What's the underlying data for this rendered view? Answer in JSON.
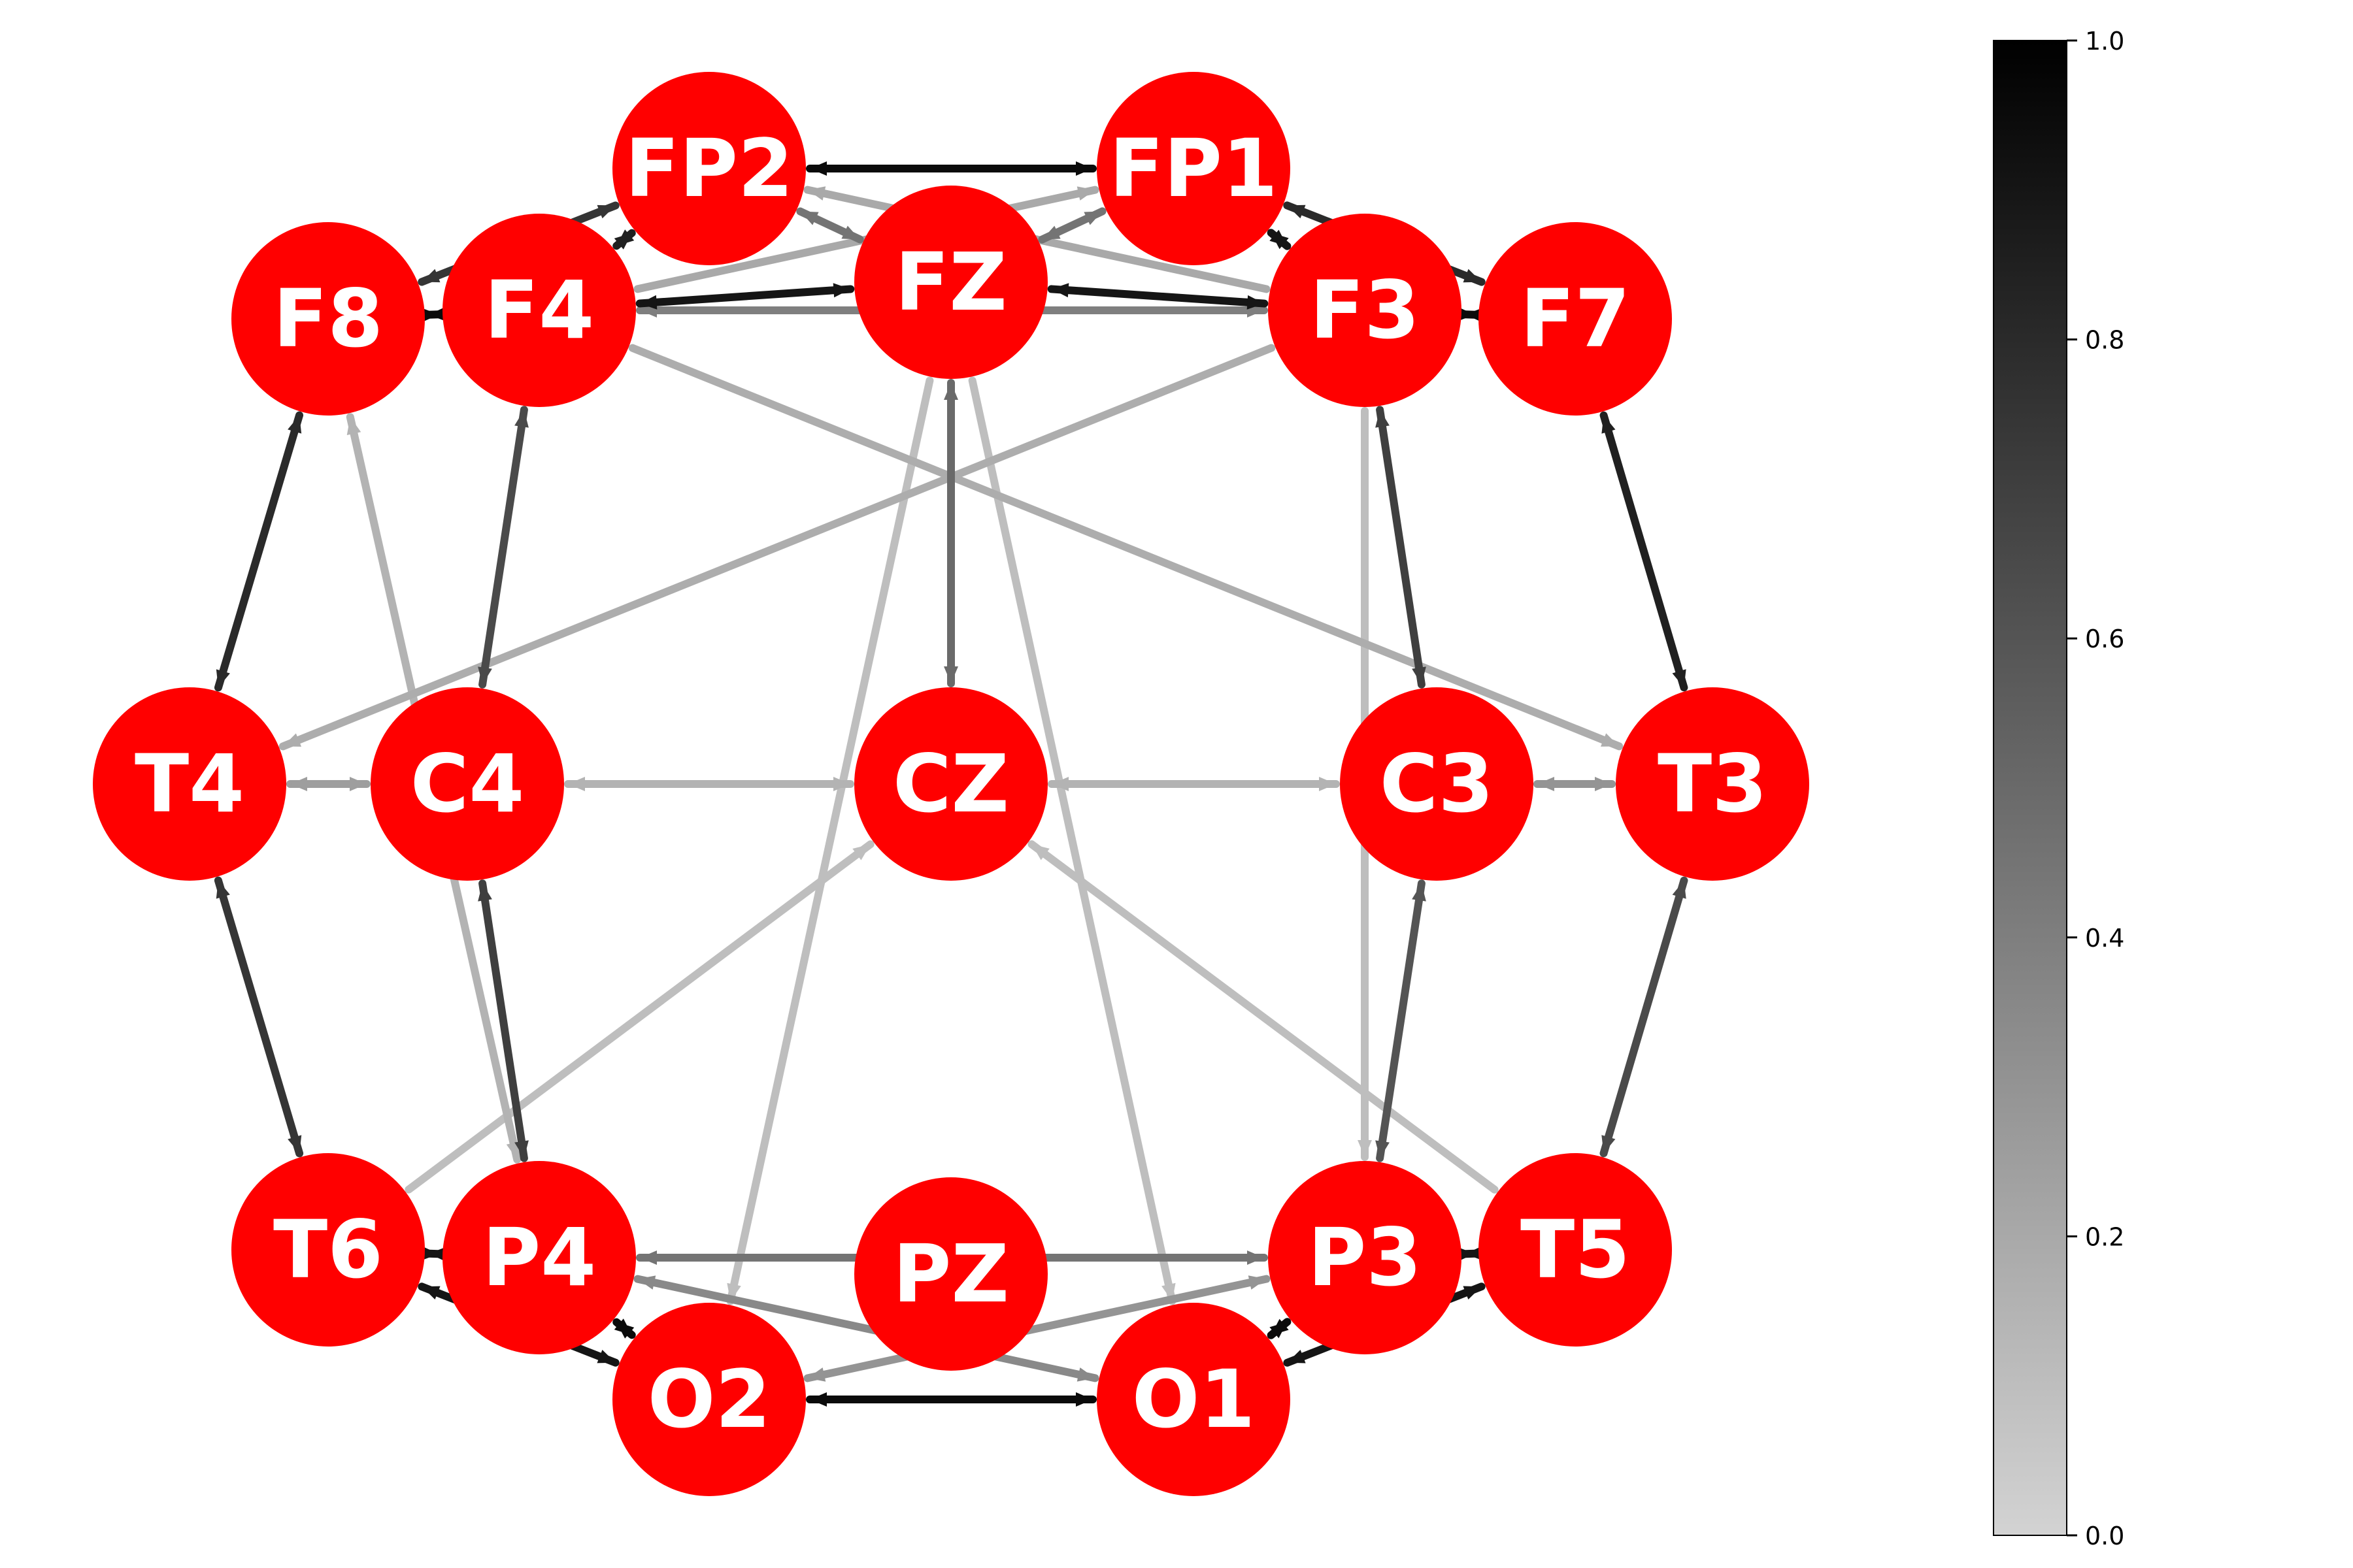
{
  "graph": {
    "node_color": "#ff0000",
    "label_color": "#ffffff",
    "edge_colormap": [
      "#d3d3d3",
      "#000000"
    ],
    "nodes": [
      {
        "id": "FP2",
        "label": "FP2"
      },
      {
        "id": "FP1",
        "label": "FP1"
      },
      {
        "id": "FZ",
        "label": "FZ"
      },
      {
        "id": "F8",
        "label": "F8"
      },
      {
        "id": "F4",
        "label": "F4"
      },
      {
        "id": "F3",
        "label": "F3"
      },
      {
        "id": "F7",
        "label": "F7"
      },
      {
        "id": "T4",
        "label": "T4"
      },
      {
        "id": "C4",
        "label": "C4"
      },
      {
        "id": "CZ",
        "label": "CZ"
      },
      {
        "id": "C3",
        "label": "C3"
      },
      {
        "id": "T3",
        "label": "T3"
      },
      {
        "id": "T6",
        "label": "T6"
      },
      {
        "id": "P4",
        "label": "P4"
      },
      {
        "id": "PZ",
        "label": "PZ"
      },
      {
        "id": "P3",
        "label": "P3"
      },
      {
        "id": "T5",
        "label": "T5"
      },
      {
        "id": "O2",
        "label": "O2"
      },
      {
        "id": "O1",
        "label": "O1"
      }
    ],
    "edges": [
      {
        "source": "FP2",
        "target": "FP1",
        "weight": 0.95,
        "bidirectional": true
      },
      {
        "source": "O2",
        "target": "O1",
        "weight": 0.95,
        "bidirectional": true
      },
      {
        "source": "F4",
        "target": "FZ",
        "weight": 0.9,
        "bidirectional": true
      },
      {
        "source": "FZ",
        "target": "F3",
        "weight": 0.9,
        "bidirectional": true
      },
      {
        "source": "F4",
        "target": "F3",
        "weight": 0.4,
        "bidirectional": true
      },
      {
        "source": "P4",
        "target": "P3",
        "weight": 0.45,
        "bidirectional": true
      },
      {
        "source": "F8",
        "target": "T4",
        "weight": 0.8,
        "bidirectional": true
      },
      {
        "source": "F7",
        "target": "T3",
        "weight": 0.85,
        "bidirectional": true
      },
      {
        "source": "T4",
        "target": "T6",
        "weight": 0.75,
        "bidirectional": true
      },
      {
        "source": "T3",
        "target": "T5",
        "weight": 0.65,
        "bidirectional": true
      },
      {
        "source": "F4",
        "target": "C4",
        "weight": 0.65,
        "bidirectional": true
      },
      {
        "source": "F3",
        "target": "C3",
        "weight": 0.7,
        "bidirectional": true
      },
      {
        "source": "C4",
        "target": "P4",
        "weight": 0.7,
        "bidirectional": true
      },
      {
        "source": "C3",
        "target": "P3",
        "weight": 0.6,
        "bidirectional": true
      },
      {
        "source": "FZ",
        "target": "CZ",
        "weight": 0.5,
        "bidirectional": true
      },
      {
        "source": "T4",
        "target": "C4",
        "weight": 0.25,
        "bidirectional": true
      },
      {
        "source": "C4",
        "target": "CZ",
        "weight": 0.15,
        "bidirectional": true
      },
      {
        "source": "CZ",
        "target": "C3",
        "weight": 0.15,
        "bidirectional": true
      },
      {
        "source": "C3",
        "target": "T3",
        "weight": 0.3,
        "bidirectional": true
      },
      {
        "source": "FP2",
        "target": "F4",
        "weight": 0.85,
        "bidirectional": true
      },
      {
        "source": "FP2",
        "target": "F8",
        "weight": 0.75,
        "bidirectional": true
      },
      {
        "source": "FP1",
        "target": "F3",
        "weight": 0.9,
        "bidirectional": true
      },
      {
        "source": "FP1",
        "target": "F7",
        "weight": 0.8,
        "bidirectional": true
      },
      {
        "source": "F8",
        "target": "F4",
        "weight": 0.95,
        "bidirectional": true
      },
      {
        "source": "F3",
        "target": "F7",
        "weight": 0.95,
        "bidirectional": true
      },
      {
        "source": "T6",
        "target": "P4",
        "weight": 0.9,
        "bidirectional": true
      },
      {
        "source": "P3",
        "target": "T5",
        "weight": 0.9,
        "bidirectional": true
      },
      {
        "source": "T6",
        "target": "O2",
        "weight": 0.9,
        "bidirectional": true
      },
      {
        "source": "P4",
        "target": "O2",
        "weight": 0.95,
        "bidirectional": true
      },
      {
        "source": "O1",
        "target": "P3",
        "weight": 0.95,
        "bidirectional": true
      },
      {
        "source": "O1",
        "target": "T5",
        "weight": 0.9,
        "bidirectional": true
      },
      {
        "source": "FP1",
        "target": "FZ",
        "weight": 0.45,
        "bidirectional": true
      },
      {
        "source": "FP2",
        "target": "FZ",
        "weight": 0.45,
        "bidirectional": true
      },
      {
        "source": "F8",
        "target": "P4",
        "weight": 0.15,
        "bidirectional": true
      },
      {
        "source": "F4",
        "target": "T3",
        "weight": 0.18,
        "bidirectional": false
      },
      {
        "source": "F3",
        "target": "T4",
        "weight": 0.18,
        "bidirectional": false
      },
      {
        "source": "FZ",
        "target": "O2",
        "weight": 0.1,
        "bidirectional": false
      },
      {
        "source": "FZ",
        "target": "O1",
        "weight": 0.1,
        "bidirectional": false
      },
      {
        "source": "T6",
        "target": "CZ",
        "weight": 0.1,
        "bidirectional": false
      },
      {
        "source": "T5",
        "target": "CZ",
        "weight": 0.1,
        "bidirectional": false
      },
      {
        "source": "F3",
        "target": "P3",
        "weight": 0.1,
        "bidirectional": false
      },
      {
        "source": "F4",
        "target": "FP1",
        "weight": 0.2,
        "bidirectional": false
      },
      {
        "source": "F3",
        "target": "FP2",
        "weight": 0.2,
        "bidirectional": false
      },
      {
        "source": "P4",
        "target": "O1",
        "weight": 0.35,
        "bidirectional": true
      },
      {
        "source": "P3",
        "target": "O2",
        "weight": 0.3,
        "bidirectional": true
      }
    ]
  },
  "colorbar": {
    "min": 0.0,
    "max": 1.0,
    "ticks": [
      "0.0",
      "0.2",
      "0.4",
      "0.6",
      "0.8",
      "1.0"
    ]
  }
}
